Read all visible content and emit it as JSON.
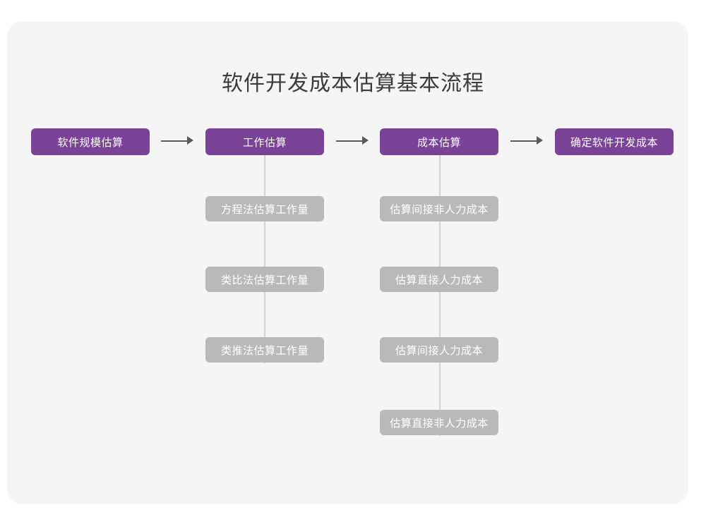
{
  "title": "软件开发成本估算基本流程",
  "colors": {
    "page_background": "#ffffff",
    "card_background": "#f5f5f5",
    "primary_node": "#7a4397",
    "secondary_node": "#b9b9b9",
    "primary_text": "#ffffff",
    "secondary_text": "#ffffff",
    "title_text": "#3b3b3b",
    "arrow": "#5a5a5a",
    "connector_line": "#d2d2d2"
  },
  "flow": {
    "main_steps": [
      {
        "label": "软件规模估算"
      },
      {
        "label": "工作估算"
      },
      {
        "label": "成本估算"
      },
      {
        "label": "确定软件开发成本"
      }
    ],
    "arrows": [
      {
        "name": "arrow-1"
      },
      {
        "name": "arrow-2"
      },
      {
        "name": "arrow-3"
      }
    ],
    "branches": [
      {
        "parent": "工作估算",
        "items": [
          {
            "label": "方程法估算工作量"
          },
          {
            "label": "类比法估算工作量"
          },
          {
            "label": "类推法估算工作量"
          }
        ]
      },
      {
        "parent": "成本估算",
        "items": [
          {
            "label": "估算间接非人力成本"
          },
          {
            "label": "估算直接人力成本"
          },
          {
            "label": "估算间接人力成本"
          },
          {
            "label": "估算直接非人力成本"
          }
        ]
      }
    ]
  }
}
